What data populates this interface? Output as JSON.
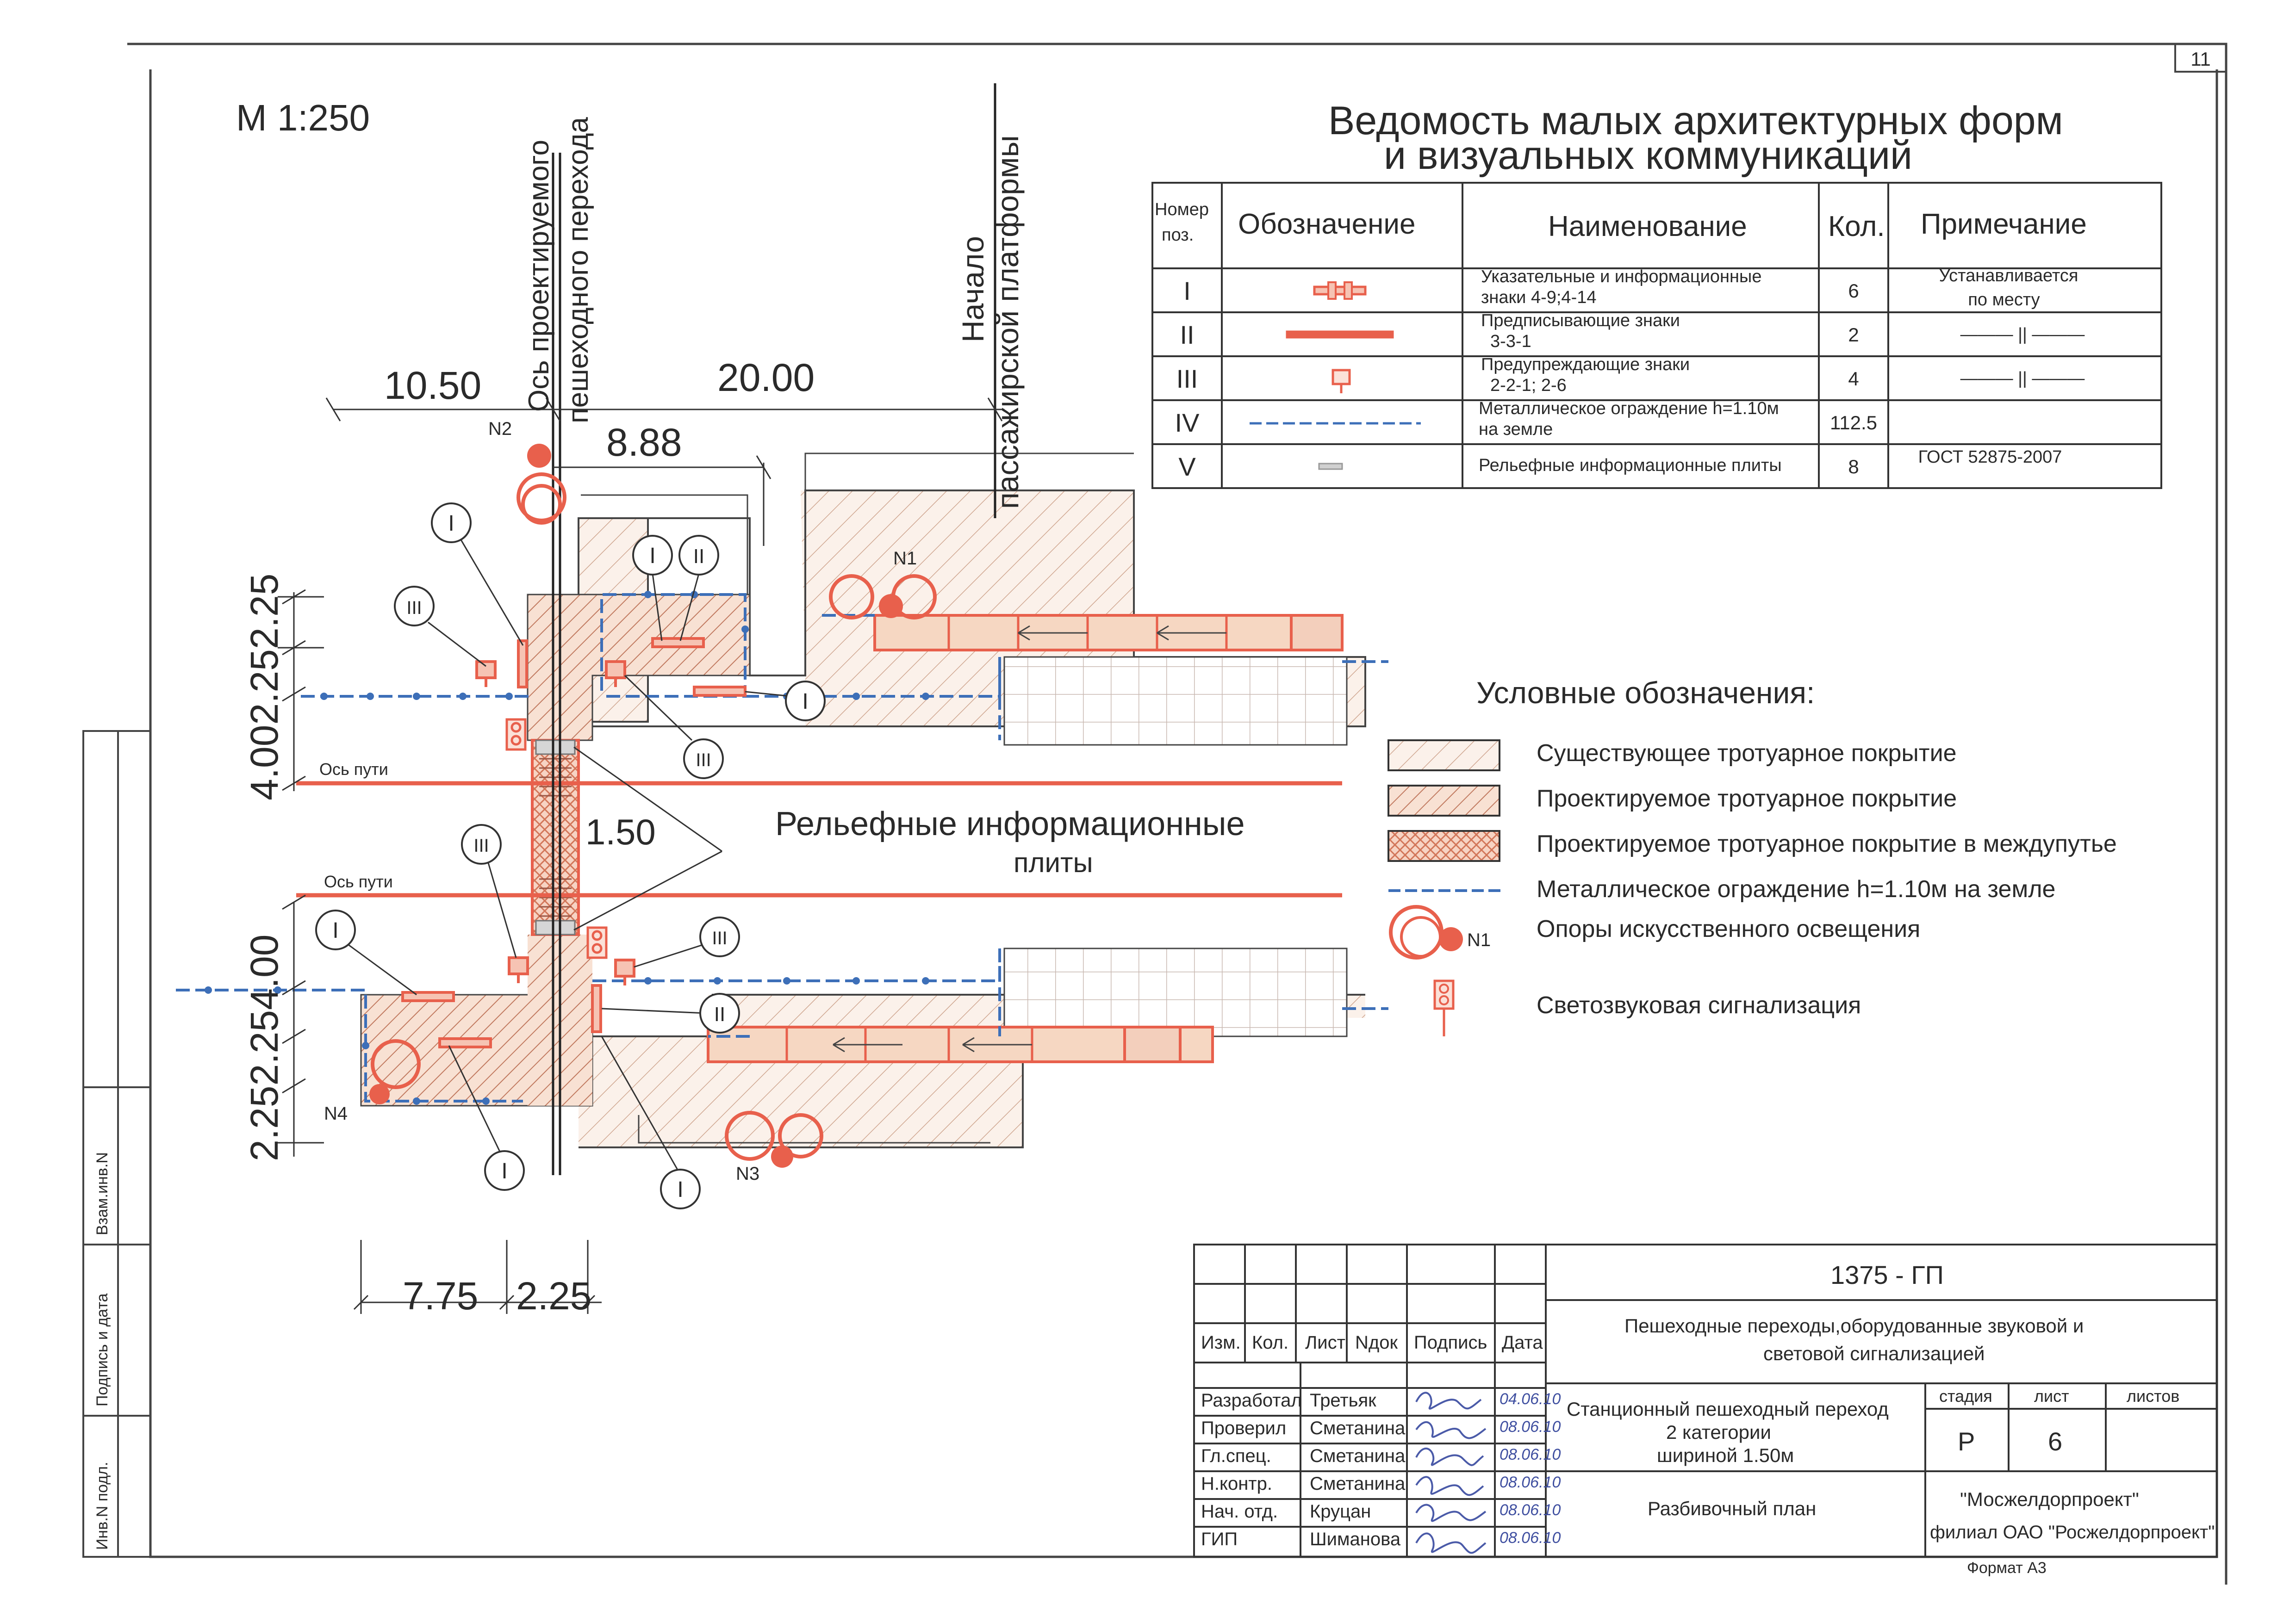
{
  "sheet_corner": "11",
  "scale": "М 1:250",
  "axis_crossing": [
    "Ось проектируемого",
    "пешеходного перехода"
  ],
  "platform_start": [
    "Начало",
    "пассажирской платформы"
  ],
  "dims": {
    "d1": "10.50",
    "d2": "20.00",
    "d3": "8.88",
    "vert_top": "4.002.252.25",
    "vert_bottom": "2.252.254.00",
    "crossing_width": "1.50",
    "b1": "7.75",
    "b2": "2.25"
  },
  "track_label": "Ось пути",
  "tactile_callout": [
    "Рельефные информационные",
    "плиты"
  ],
  "poles": {
    "n1": "N1",
    "n2": "N2",
    "n3": "N3",
    "n4": "N4"
  },
  "marks": {
    "i": "I",
    "ii": "II",
    "iii": "III"
  },
  "vedomost": {
    "title": [
      "Ведомость малых архитектурных форм",
      "и визуальных коммуникаций"
    ],
    "headers": {
      "num": [
        "Номер",
        "поз."
      ],
      "oboz": "Обозначение",
      "name": "Наименование",
      "qty": "Кол.",
      "note": "Примечание"
    },
    "rows": [
      {
        "pos": "I",
        "name": [
          "Указательные и информационные",
          "знаки 4-9;4-14"
        ],
        "qty": "6",
        "note": [
          "Устанавливается",
          "по месту"
        ]
      },
      {
        "pos": "II",
        "name": [
          "Предписывающие знаки",
          "3-3-1"
        ],
        "qty": "2",
        "note": [
          "——— || ———"
        ]
      },
      {
        "pos": "III",
        "name": [
          "Предупреждающие знаки",
          "2-2-1; 2-6"
        ],
        "qty": "4",
        "note": [
          "——— || ———"
        ]
      },
      {
        "pos": "IV",
        "name": [
          "Металлическое ограждение h=1.10м",
          "на земле"
        ],
        "qty": "112.5",
        "note": [
          ""
        ]
      },
      {
        "pos": "V",
        "name": [
          "Рельефные информационные плиты"
        ],
        "qty": "8",
        "note": [
          "ГОСТ 52875-2007"
        ]
      }
    ]
  },
  "legend": {
    "title": "Условные обозначения:",
    "items": [
      "Существующее тротуарное покрытие",
      "Проектируемое тротуарное покрытие",
      "Проектируемое тротуарное покрытие в междупутье",
      "Металлическое ограждение h=1.10м на земле",
      "Опоры искусственного освещения",
      "Светозвуковая сигнализация"
    ],
    "pole_label": "N1"
  },
  "side_stamp": [
    "Инв.N подл.",
    "Подпись и дата",
    "Взам.инв.N"
  ],
  "stamp": {
    "code": "1375 - ГП",
    "cols": [
      "Изм.",
      "Кол.",
      "Лист",
      "Nдок",
      "Подпись",
      "Дата"
    ],
    "description": [
      "Пешеходные переходы,оборудованные звуковой и",
      "световой сигнализацией"
    ],
    "roles": [
      {
        "role": "Разработал",
        "name": "Третьяк",
        "date": "04.06.10"
      },
      {
        "role": "Проверил",
        "name": "Сметанина",
        "date": "08.06.10"
      },
      {
        "role": "Гл.спец.",
        "name": "Сметанина",
        "date": "08.06.10"
      },
      {
        "role": "Н.контр.",
        "name": "Сметанина",
        "date": "08.06.10"
      },
      {
        "role": "Нач. отд.",
        "name": "Круцан",
        "date": "08.06.10"
      },
      {
        "role": "ГИП",
        "name": "Шиманова",
        "date": "08.06.10"
      }
    ],
    "object": [
      "Станционный пешеходный переход",
      "2 категории",
      "шириной 1.50м"
    ],
    "stage_labels": [
      "стадия",
      "лист",
      "листов"
    ],
    "stage": "Р",
    "sheet": "6",
    "sheets": "",
    "sheet_title": "Разбивочный план",
    "org": [
      "\"Мосжелдорпроект\"",
      "филиал ОАО \"Росжелдорпроект\""
    ],
    "format": "Формат А3"
  },
  "colors": {
    "red": "#e8604c",
    "blue": "#3d6fb8",
    "line": "#333333",
    "sand": "#f6d7c2",
    "hatch": "#c9846a"
  }
}
